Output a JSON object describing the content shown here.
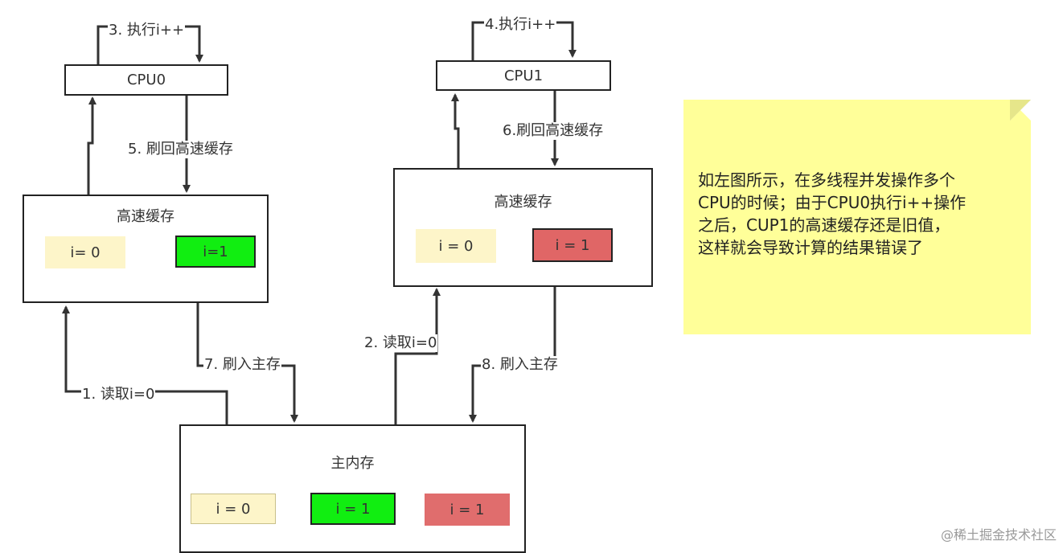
{
  "cpu0": {
    "label": "CPU0"
  },
  "cpu1": {
    "label": "CPU1"
  },
  "cache0": {
    "title": "高速缓存",
    "old_value": "i= 0",
    "new_value": "i=1"
  },
  "cache1": {
    "title": "高速缓存",
    "old_value": "i = 0",
    "new_value": "i = 1"
  },
  "main_memory": {
    "title": "主内存",
    "values": [
      "i = 0",
      "i  = 1",
      "i  = 1"
    ]
  },
  "steps": {
    "s1": "1. 读取i=0",
    "s2": "2. 读取i=0",
    "s3": "3. 执行i++",
    "s4": "4.执行i++",
    "s5": "5. 刷回高速缓存",
    "s6": "6.刷回高速缓存",
    "s7": "7. 刷入主存",
    "s8": "8. 刷入主存"
  },
  "note": {
    "lines": [
      "如左图所示，在多线程并发操作多个",
      "CPU的时候；由于CPU0执行i++操作",
      "之后，CUP1的高速缓存还是旧值，",
      "这样就会导致计算的结果错误了"
    ]
  },
  "watermark": "@稀土掘金技术社区",
  "colors": {
    "note": "#ffff99",
    "old": "#fdf5c9",
    "updated": "#11ee11",
    "stale": "#e06666"
  }
}
